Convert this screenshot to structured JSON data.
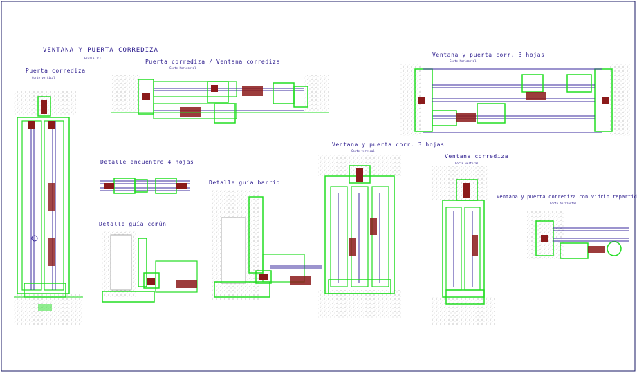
{
  "drawing": {
    "title": "VENTANA Y PUERTA CORREDIZA",
    "scale": "Escala 1:1",
    "colors": {
      "border": "#1a1a66",
      "profile": "#22dd22",
      "text": "#2a1a8c",
      "glass": "#3a2a9c",
      "gasket": "#8b1a1a",
      "hatch": "#555555",
      "fitting": "#0088aa"
    }
  },
  "details": [
    {
      "title": "Puerta corrediza",
      "subtitle": "Corte vertical"
    },
    {
      "title": "Puerta corrediza  / Ventana corrediza",
      "subtitle": "Corte horizontal"
    },
    {
      "title": "Ventana y puerta corr. 3 hojas",
      "subtitle": "Corte horizontal"
    },
    {
      "title": "Detalle encuentro 4 hojas",
      "subtitle": ""
    },
    {
      "title": "Detalle guía barrio",
      "subtitle": ""
    },
    {
      "title": "Ventana y puerta corr. 3 hojas",
      "subtitle": "Corte vertical"
    },
    {
      "title": "Ventana corrediza",
      "subtitle": "Corte vertical"
    },
    {
      "title": "Ventana y puerta corrediza con vidrio repartido",
      "subtitle": "Corte horizontal"
    },
    {
      "title": "Detalle guía común",
      "subtitle": ""
    }
  ]
}
